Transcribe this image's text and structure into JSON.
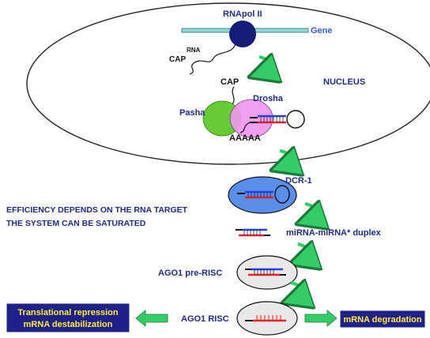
{
  "labels": {
    "rnapol": "RNApol II",
    "gene": "Gene",
    "rna": "RNA",
    "cap_top": "CAP",
    "cap_mid": "CAP",
    "nucleus": "NUCLEUS",
    "pasha": "Pasha",
    "drosha": "Drosha",
    "polya": "AAAAA",
    "dcr1": "DCR-1",
    "efficiency": "EFFICIENCY DEPENDS ON THE RNA TARGET",
    "saturated": "THE SYSTEM CAN BE SATURATED",
    "duplex": "miRNA-miRNA* duplex",
    "pre_risc": "AGO1 pre-RISC",
    "risc": "AGO1 RISC",
    "outcome_left_line1": "Translational repression",
    "outcome_left_line2": "mRNA destabilization",
    "outcome_right": "mRNA degradation"
  },
  "colors": {
    "label_blue": "#1f2a8a",
    "gene_blue": "#2f5fd0",
    "gene_bar": "#8fdad6",
    "rnapol": "#141c7a",
    "pasha": "#66cc33",
    "drosha": "#ee99ee",
    "dcr1": "#5b8ee8",
    "ellipse_gray": "#e8e8e8",
    "strand_red": "#ee2222",
    "strand_blue": "#2244ee",
    "arrow_green": "#33cc66",
    "box_navy": "#20208a",
    "box_text": "#ffee33"
  }
}
